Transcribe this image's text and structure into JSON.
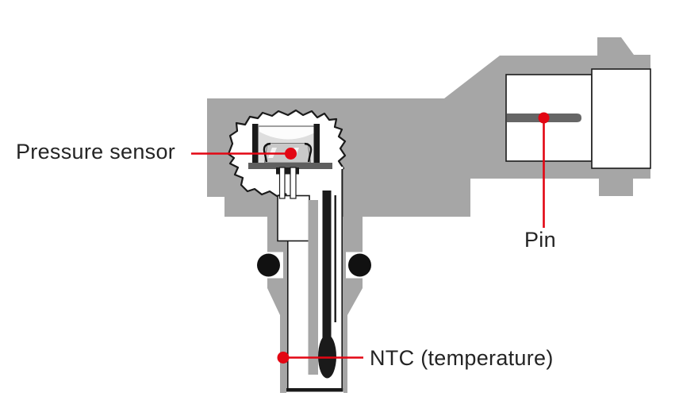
{
  "labels": {
    "pressure_sensor": "Pressure sensor",
    "pin": "Pin",
    "ntc_temperature": "NTC (temperature)"
  },
  "colors": {
    "body_gray": "#a6a6a6",
    "component_dark_gray": "#5f5f5f",
    "pin_gray": "#666666",
    "outline_black": "#1a1a1a",
    "callout_red": "#e30613",
    "background_white": "#ffffff",
    "sensor_dome_gray": "#dedede",
    "sensor_die_gray": "#c9c9c9",
    "o_ring_black": "#111111"
  }
}
